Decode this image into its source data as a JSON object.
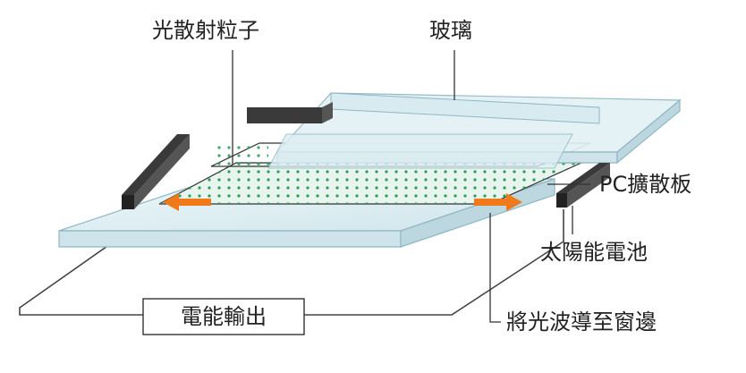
{
  "diagram": {
    "labels": {
      "particles": "光散射粒子",
      "glass": "玻璃",
      "pc_diffuser": "PC擴散板",
      "solar_cell": "太陽能電池",
      "guide_light": "將光波導至窗邊",
      "power_output": "電能輸出"
    },
    "colors": {
      "glass_fill": "#dcedf2",
      "glass_edge": "#8fb7c2",
      "particle_dot": "#2e9b5c",
      "arrow": "#f07a1a",
      "solar_cell": "#3a3a3a",
      "wire": "#444444"
    }
  }
}
